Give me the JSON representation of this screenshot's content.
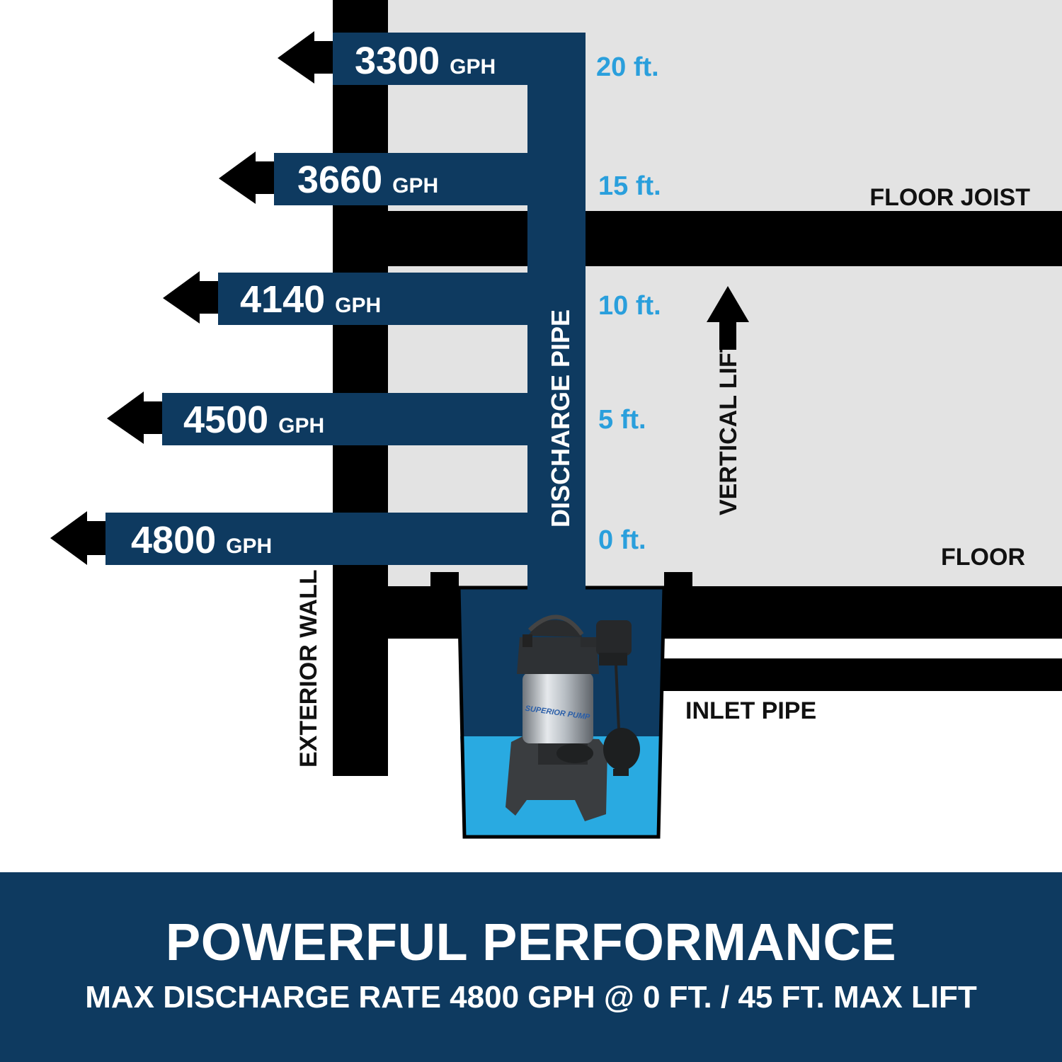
{
  "colors": {
    "navy": "#0e3a60",
    "water": "#29aae1",
    "wall_black": "#000000",
    "interior_gray": "#e3e3e3",
    "height_label_blue": "#2a9fdc"
  },
  "diagram": {
    "flow_rates": [
      {
        "value": "3300",
        "unit": "GPH"
      },
      {
        "value": "3660",
        "unit": "GPH"
      },
      {
        "value": "4140",
        "unit": "GPH"
      },
      {
        "value": "4500",
        "unit": "GPH"
      },
      {
        "value": "4800",
        "unit": "GPH"
      }
    ],
    "heights": [
      "20 ft.",
      "15 ft.",
      "10 ft.",
      "5 ft.",
      "0 ft."
    ],
    "labels": {
      "floor_joist": "FLOOR JOIST",
      "floor": "FLOOR",
      "inlet_pipe": "INLET PIPE",
      "exterior_wall": "EXTERIOR WALL",
      "discharge_pipe": "DISCHARGE PIPE",
      "vertical_lift": "VERTICAL LIFT"
    },
    "pump_brand": "SUPERIOR PUMP",
    "icons": [
      "left-arrow-icon",
      "up-arrow-icon",
      "sump-pump-icon"
    ]
  },
  "banner": {
    "title": "POWERFUL PERFORMANCE",
    "subtitle": "MAX DISCHARGE RATE 4800 GPH @ 0 FT. / 45 FT. MAX LIFT"
  }
}
